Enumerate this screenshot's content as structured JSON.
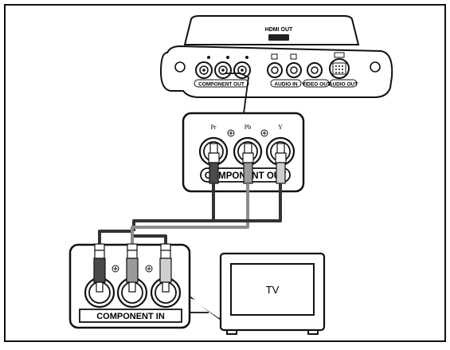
{
  "device": {
    "hdmi_label": "HDMI OUT",
    "port_labels": [
      "COMPONENT OUT",
      "AUDIO IN",
      "VIDEO OUT",
      "AUDIO OUT"
    ]
  },
  "zoom": {
    "jack_labels": [
      "Pr",
      "Pb",
      "Y"
    ],
    "panel_label": "COMPONENT OUT"
  },
  "tv_input": {
    "panel_label": "COMPONENT IN"
  },
  "tv": {
    "label": "TV"
  },
  "colors": {
    "outline": "#111111",
    "cable_dark": "#333333",
    "cable_grey": "#8c8c8c",
    "plug_red": "#4a4a4a",
    "plug_blue": "#9a9a9a",
    "plug_green": "#cfcfcf"
  }
}
